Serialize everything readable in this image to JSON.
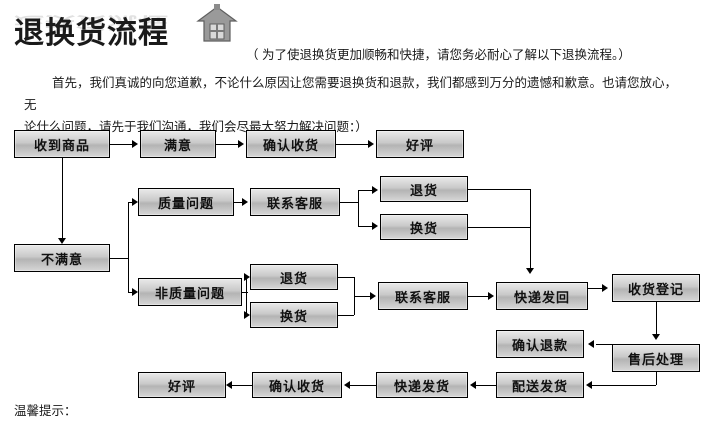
{
  "header": {
    "title": "退换货流程",
    "icon": "house-icon",
    "note": "（ 为了使退换货更加顺畅和快捷，请您务必耐心了解以下退换流程。）"
  },
  "intro": {
    "line1": "首先，我们真诚的向您道歉，不论什么原因让您需要退换货和退款，我们都感到万分的遗憾和歉意。也请您放心，无",
    "line2": "论什么问题，请先于我们沟通，我们会尽最大努力解决问题：）"
  },
  "footer": {
    "tip": "温馨提示："
  },
  "chart_data": {
    "type": "diagram",
    "title": "退换货流程",
    "nodes": [
      {
        "id": "n1",
        "label": "收到商品"
      },
      {
        "id": "n2",
        "label": "满意"
      },
      {
        "id": "n3",
        "label": "确认收货"
      },
      {
        "id": "n4",
        "label": "好评"
      },
      {
        "id": "n5",
        "label": "质量问题"
      },
      {
        "id": "n6",
        "label": "联系客服"
      },
      {
        "id": "n7",
        "label": "退货"
      },
      {
        "id": "n8",
        "label": "换货"
      },
      {
        "id": "n9",
        "label": "不满意"
      },
      {
        "id": "n10",
        "label": "非质量问题"
      },
      {
        "id": "n11",
        "label": "退货"
      },
      {
        "id": "n12",
        "label": "换货"
      },
      {
        "id": "n13",
        "label": "联系客服"
      },
      {
        "id": "n14",
        "label": "快递发回"
      },
      {
        "id": "n15",
        "label": "收货登记"
      },
      {
        "id": "n16",
        "label": "确认退款"
      },
      {
        "id": "n17",
        "label": "售后处理"
      },
      {
        "id": "n18",
        "label": "配送发货"
      },
      {
        "id": "n19",
        "label": "快递发货"
      },
      {
        "id": "n20",
        "label": "确认收货"
      },
      {
        "id": "n21",
        "label": "好评"
      }
    ],
    "edges": [
      {
        "from": "n1",
        "to": "n2"
      },
      {
        "from": "n2",
        "to": "n3"
      },
      {
        "from": "n3",
        "to": "n4"
      },
      {
        "from": "n1",
        "to": "n9"
      },
      {
        "from": "n9",
        "to": "n5"
      },
      {
        "from": "n9",
        "to": "n10"
      },
      {
        "from": "n5",
        "to": "n6"
      },
      {
        "from": "n6",
        "to": "n7"
      },
      {
        "from": "n6",
        "to": "n8"
      },
      {
        "from": "n7",
        "to": "n14"
      },
      {
        "from": "n8",
        "to": "n14"
      },
      {
        "from": "n10",
        "to": "n11"
      },
      {
        "from": "n10",
        "to": "n12"
      },
      {
        "from": "n11",
        "to": "n13"
      },
      {
        "from": "n12",
        "to": "n13"
      },
      {
        "from": "n13",
        "to": "n14"
      },
      {
        "from": "n14",
        "to": "n15"
      },
      {
        "from": "n15",
        "to": "n17"
      },
      {
        "from": "n17",
        "to": "n16"
      },
      {
        "from": "n17",
        "to": "n18"
      },
      {
        "from": "n18",
        "to": "n19"
      },
      {
        "from": "n19",
        "to": "n20"
      },
      {
        "from": "n20",
        "to": "n21"
      }
    ]
  },
  "colors": {
    "box_border": "#000000",
    "box_fill_light": "#e9e9e9",
    "box_fill_dark": "#b4b4b4",
    "text": "#111111",
    "title": "#1a1a1a"
  }
}
